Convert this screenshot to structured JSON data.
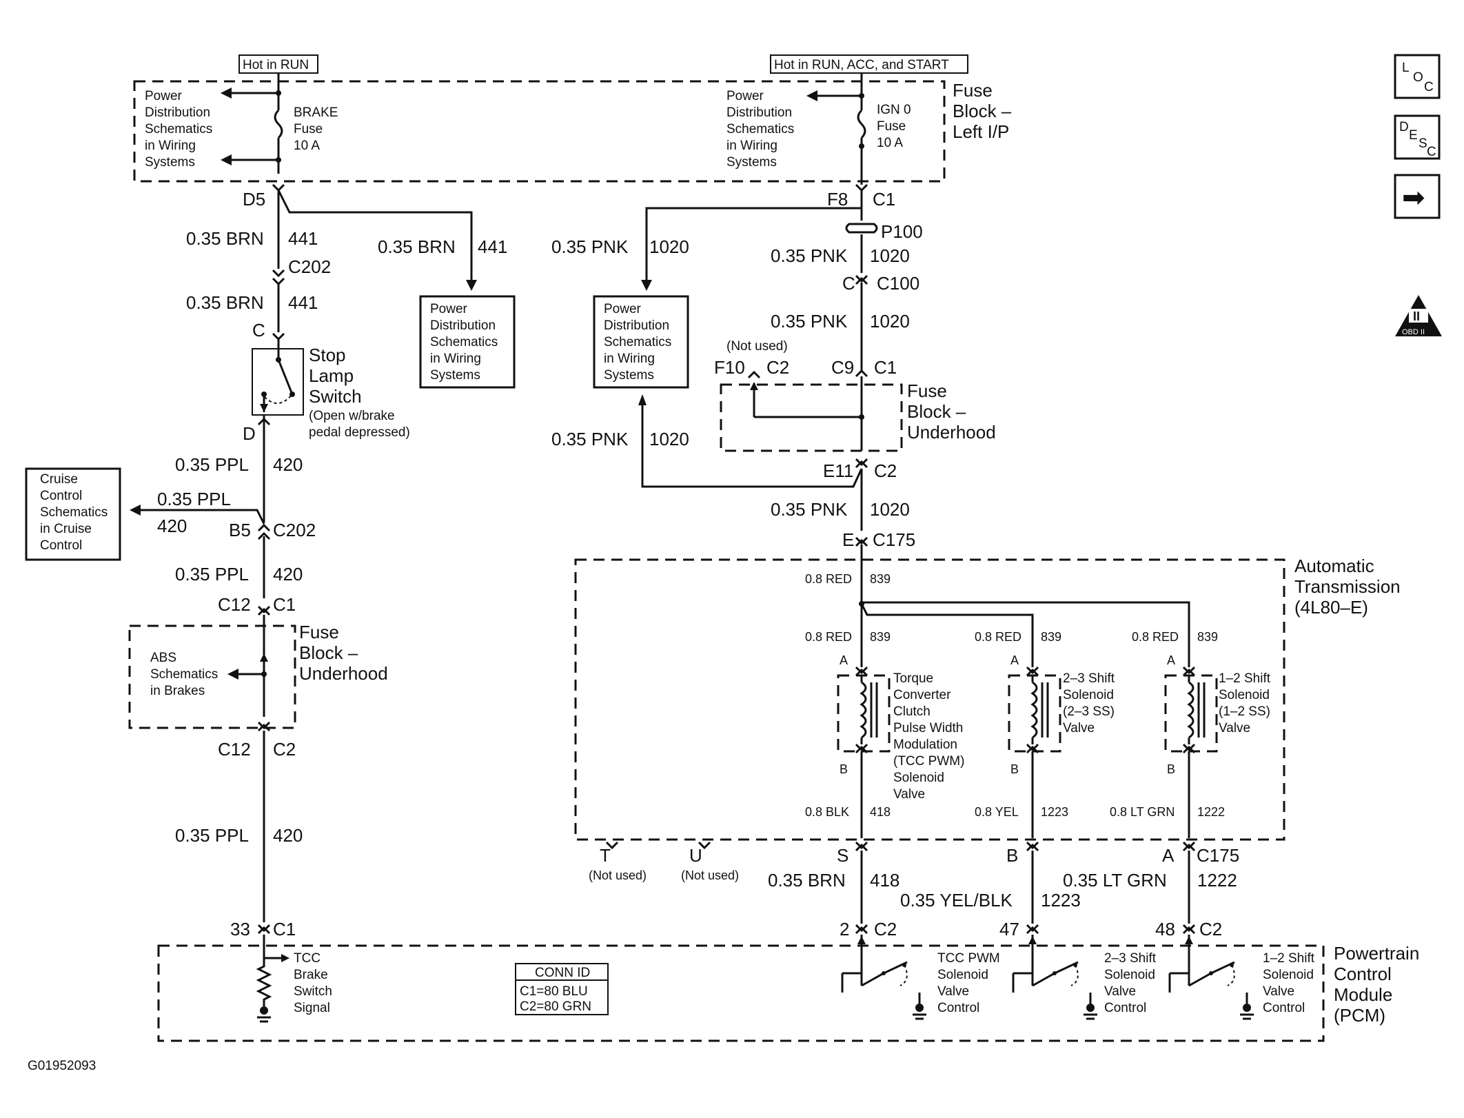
{
  "power": {
    "hot_run": "Hot in RUN",
    "hot_all": "Hot in RUN, ACC, and START"
  },
  "fuse_block_ip": {
    "label": [
      "Fuse",
      "Block –",
      "Left I/P"
    ],
    "pds_left": [
      "Power",
      "Distribution",
      "Schematics",
      "in Wiring",
      "Systems"
    ],
    "brake_fuse": [
      "BRAKE",
      "Fuse",
      "10 A"
    ],
    "pds_right": [
      "Power",
      "Distribution",
      "Schematics",
      "in Wiring",
      "Systems"
    ],
    "ign_fuse": [
      "IGN 0",
      "Fuse",
      "10 A"
    ]
  },
  "connectors": {
    "d5": "D5",
    "c202a": "C202",
    "c_stop": "C",
    "d_stop": "D",
    "b5": "B5",
    "c202b": "C202",
    "c12a": "C12",
    "c1a": "C1",
    "c12b": "C12",
    "c2a": "C2",
    "n33": "33",
    "c1pcm": "C1",
    "f8": "F8",
    "c1top": "C1",
    "p100": "P100",
    "c_c100": "C",
    "c100": "C100",
    "f10": "F10",
    "c2fb": "C2",
    "c9": "C9",
    "c1fb": "C1",
    "e11": "E11",
    "c2e": "C2",
    "e": "E",
    "c175": "C175",
    "a1": "A",
    "a2": "A",
    "a3": "A",
    "b1": "B",
    "b2": "B",
    "b3": "B",
    "t": "T",
    "u": "U",
    "s": "S",
    "bb": "B",
    "aa": "A",
    "c175b": "C175",
    "n2": "2",
    "c2p1": "C2",
    "n47": "47",
    "n48": "48",
    "c2p2": "C2",
    "not_used_t": "(Not used)",
    "not_used_u": "(Not used)",
    "not_used_f10": "(Not used)"
  },
  "wires": {
    "w441a": {
      "gauge": "0.35 BRN",
      "circuit": "441"
    },
    "w441b": {
      "gauge": "0.35 BRN",
      "circuit": "441"
    },
    "w441c": {
      "gauge": "0.35 BRN",
      "circuit": "441"
    },
    "w420a": {
      "gauge": "0.35 PPL",
      "circuit": "420"
    },
    "w420cc": {
      "gauge": "0.35 PPL",
      "circuit": "420"
    },
    "w420b": {
      "gauge": "0.35 PPL",
      "circuit": "420"
    },
    "w420c": {
      "gauge": "0.35 PPL",
      "circuit": "420"
    },
    "w1020a": {
      "gauge": "0.35 PNK",
      "circuit": "1020"
    },
    "w1020b": {
      "gauge": "0.35 PNK",
      "circuit": "1020"
    },
    "w1020c": {
      "gauge": "0.35 PNK",
      "circuit": "1020"
    },
    "w1020d": {
      "gauge": "0.35 PNK",
      "circuit": "1020"
    },
    "w1020e": {
      "gauge": "0.35 PNK",
      "circuit": "1020"
    },
    "w839a": {
      "gauge": "0.8 RED",
      "circuit": "839"
    },
    "w839b": {
      "gauge": "0.8 RED",
      "circuit": "839"
    },
    "w839c": {
      "gauge": "0.8 RED",
      "circuit": "839"
    },
    "w839d": {
      "gauge": "0.8 RED",
      "circuit": "839"
    },
    "w418a": {
      "gauge": "0.8 BLK",
      "circuit": "418"
    },
    "w1223a": {
      "gauge": "0.8 YEL",
      "circuit": "1223"
    },
    "w1222a": {
      "gauge": "0.8 LT GRN",
      "circuit": "1222"
    },
    "w418b": {
      "gauge": "0.35 BRN",
      "circuit": "418"
    },
    "w1223b": {
      "gauge": "0.35 YEL/BLK",
      "circuit": "1223"
    },
    "w1222b": {
      "gauge": "0.35 LT GRN",
      "circuit": "1222"
    }
  },
  "components": {
    "stop_lamp": [
      "Stop",
      "Lamp",
      "Switch"
    ],
    "stop_lamp_note": [
      "(Open w/brake",
      "pedal depressed)"
    ],
    "pds_441": [
      "Power",
      "Distribution",
      "Schematics",
      "in Wiring",
      "Systems"
    ],
    "pds_1020": [
      "Power",
      "Distribution",
      "Schematics",
      "in Wiring",
      "Systems"
    ],
    "cruise": [
      "Cruise",
      "Control",
      "Schematics",
      "in Cruise",
      "Control"
    ],
    "fb_under_right": [
      "Fuse",
      "Block –",
      "Underhood"
    ],
    "fb_under_left": [
      "Fuse",
      "Block –",
      "Underhood"
    ],
    "abs": [
      "ABS",
      "Schematics",
      "in Brakes"
    ],
    "trans": [
      "Automatic",
      "Transmission",
      "(4L80–E)"
    ],
    "tcc": [
      "Torque",
      "Converter",
      "Clutch",
      "Pulse Width",
      "Modulation",
      "(TCC PWM)",
      "Solenoid",
      "Valve"
    ],
    "ss23": [
      "2–3 Shift",
      "Solenoid",
      "(2–3 SS)",
      "Valve"
    ],
    "ss12": [
      "1–2 Shift",
      "Solenoid",
      "(1–2 SS)",
      "Valve"
    ],
    "pcm": [
      "Powertrain",
      "Control",
      "Module",
      "(PCM)"
    ],
    "tcc_brake": [
      "TCC",
      "Brake",
      "Switch",
      "Signal"
    ],
    "tcc_pwm_ctrl": [
      "TCC PWM",
      "Solenoid",
      "Valve",
      "Control"
    ],
    "ss23_ctrl": [
      "2–3 Shift",
      "Solenoid",
      "Valve",
      "Control"
    ],
    "ss12_ctrl": [
      "1–2 Shift",
      "Solenoid",
      "Valve",
      "Control"
    ]
  },
  "conn_id": {
    "title": "CONN ID",
    "c1": "C1=80 BLU",
    "c2": "C2=80 GRN"
  },
  "figure_id": "G01952093",
  "side_buttons": {
    "loc": {
      "a": "L",
      "b": "O",
      "c": "C"
    },
    "desc": {
      "a": "D",
      "b": "E",
      "c": "S",
      "d": "C"
    },
    "next_arrow": "➡",
    "obd": {
      "a": "II",
      "b": "OBD II"
    }
  }
}
